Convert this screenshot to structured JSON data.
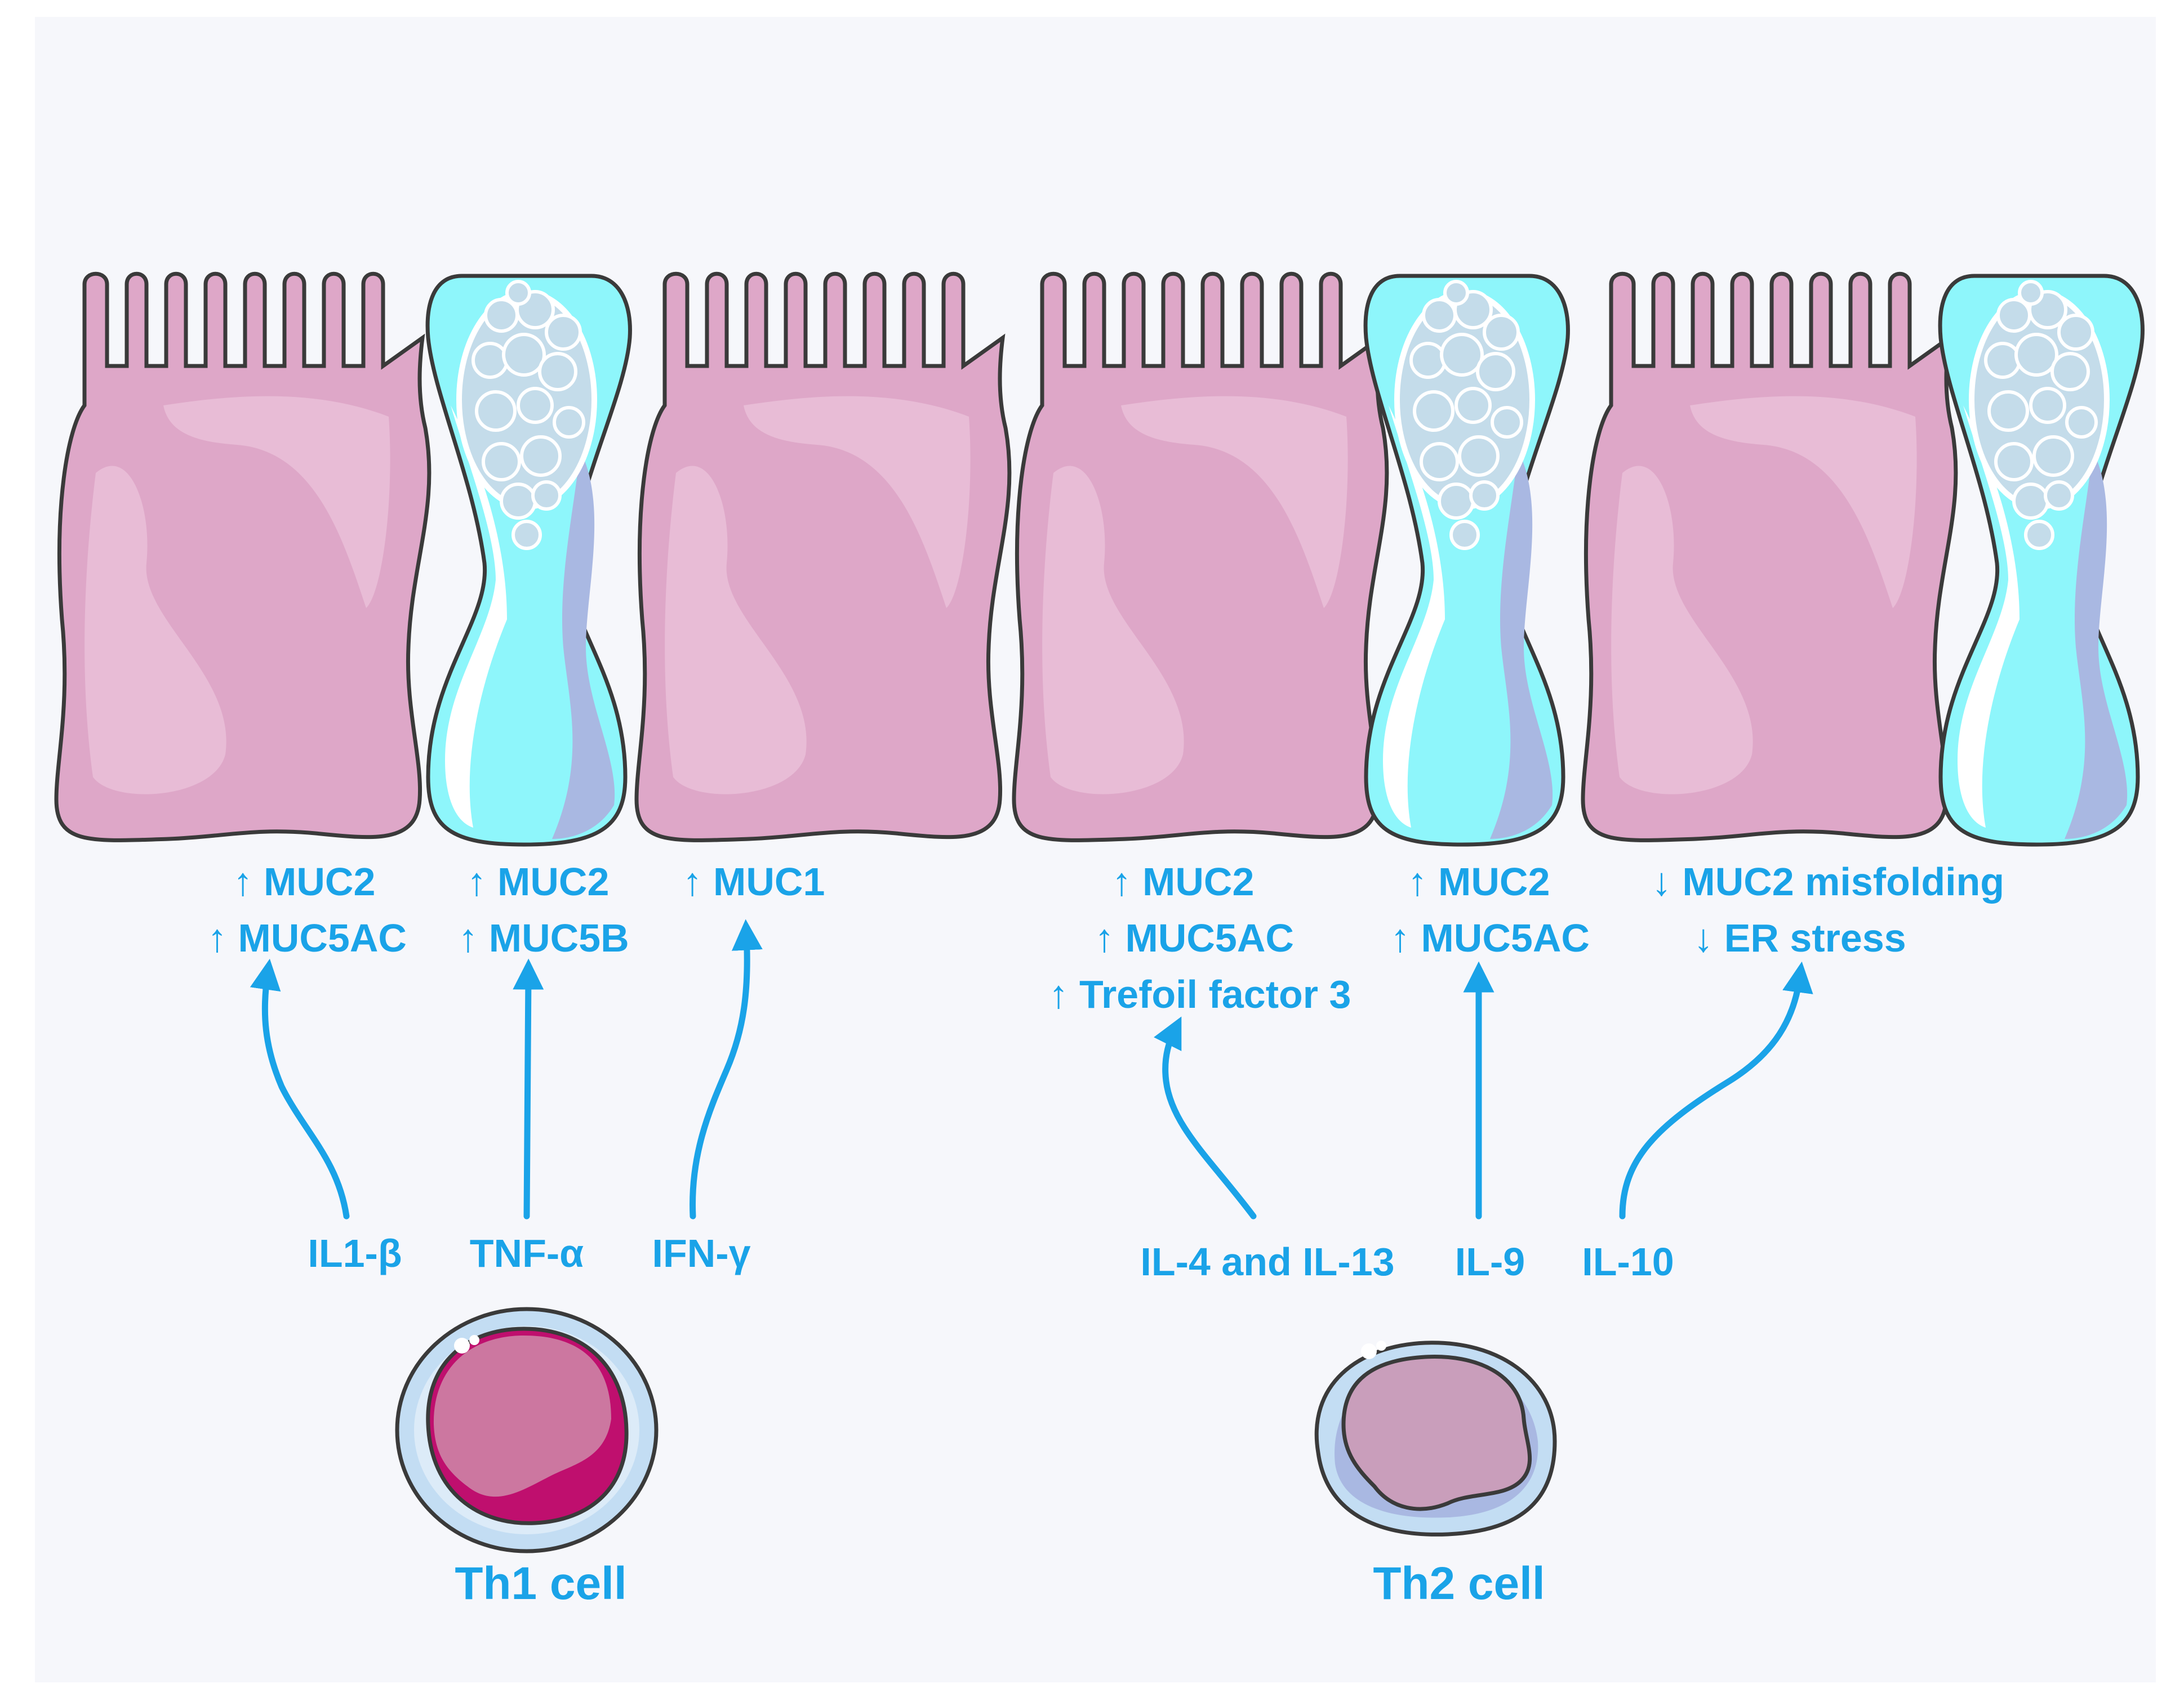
{
  "colors": {
    "accent": "#1aa3e8",
    "enterocyte": "#dea7c8",
    "goblet": "#8ef6fb",
    "background": "#f6f7fb",
    "th1_nucleus": "#cc77a0",
    "th2_nucleus": "#c99ebb"
  },
  "effects": {
    "il1b_line1": "↑ MUC2",
    "il1b_line2": "↑ MUC5AC",
    "tnfa_line1": "↑ MUC2",
    "tnfa_line2": "↑ MUC5B",
    "ifng_line1": "↑ MUC1",
    "il4_line1": "↑ MUC2",
    "il4_line2": "↑ MUC5AC",
    "il4_line3": "↑ Trefoil factor 3",
    "il9_line1": "↑ MUC2",
    "il9_line2": "↑ MUC5AC",
    "il10_line1": "↓ MUC2 misfolding",
    "il10_line2": "↓ ER stress"
  },
  "cytokines": {
    "il1b": "IL1-β",
    "tnfa": "TNF-α",
    "ifng": "IFN-γ",
    "il4_il13": "IL-4 and IL-13",
    "il9": "IL-9",
    "il10": "IL-10"
  },
  "cells": {
    "th1": "Th1 cell",
    "th2": "Th2 cell"
  }
}
